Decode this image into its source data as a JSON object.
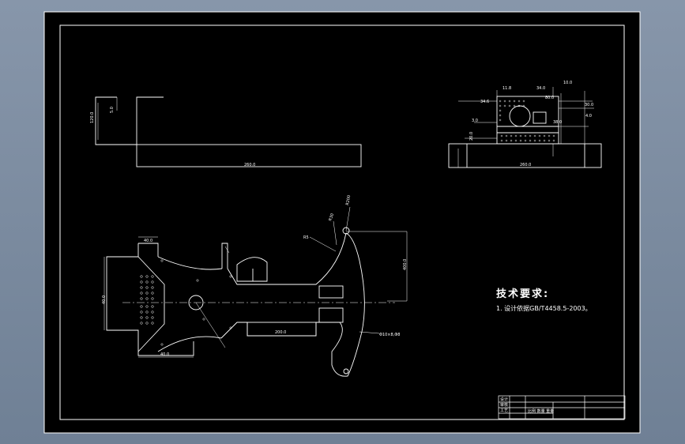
{
  "colors": {
    "window": "#7d8ea3",
    "sheet": "#000000",
    "lines": "#ffffff"
  },
  "dims": {
    "left_vertical": "120.0",
    "left_small": "5.0",
    "left_bottom": "260.0",
    "right_top_a": "11.8",
    "right_top_b": "34.0",
    "right_top_c": "80.0",
    "right_top_d": "10.0",
    "right_mid_a": "34.6",
    "right_mid_b": "30.0",
    "right_mid_c": "4.0",
    "right_mid_d": "38.0",
    "right_side_a": "3.0",
    "right_side_b": "20.0",
    "right_bottom": "260.0",
    "main_r1": "R30",
    "main_r2": "R200",
    "main_r3": "R5",
    "main_top": "40.0",
    "main_right": "400.0",
    "main_left": "40.0",
    "main_slot": "200.0",
    "main_bottom": "40.0",
    "main_holes": "Φ10×8,Φ8"
  },
  "notes": {
    "title": "技术要求:",
    "line1": "1. 设计依据GB/T4458.5-2003。"
  },
  "title_block": {
    "r1": "设计",
    "r2": "审核",
    "r3": "工艺",
    "mid": "比例 数量 重量"
  }
}
